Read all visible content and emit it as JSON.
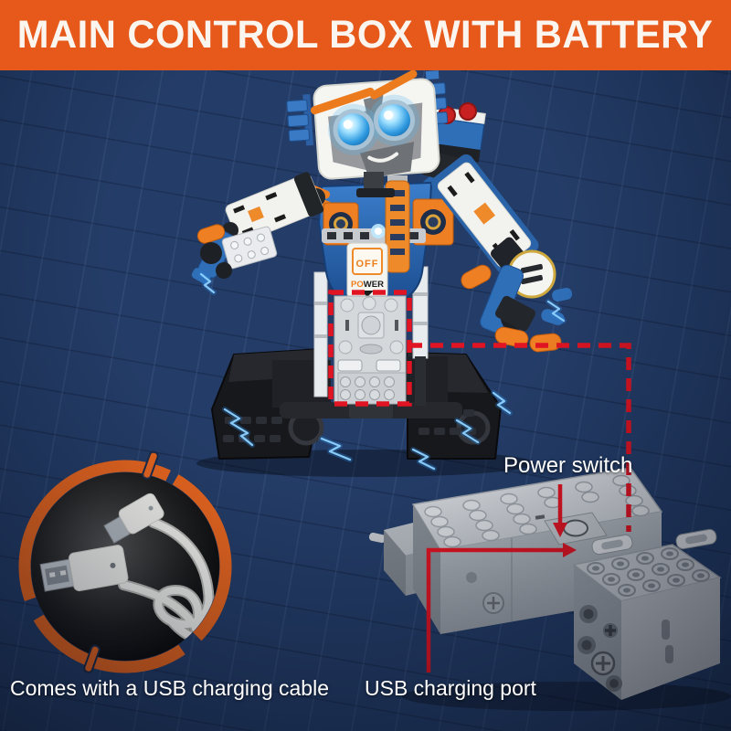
{
  "banner": {
    "title": "MAIN CONTROL BOX WITH BATTERY",
    "bg_color": "#e7581b",
    "text_color": "#faf5ee"
  },
  "scene": {
    "background_color": "#243d68",
    "grid_line_color": "rgba(160,190,235,0.09)"
  },
  "callouts": {
    "accent_color": "#e01422",
    "power_switch": {
      "label": "Power switch"
    },
    "usb_port": {
      "label": "USB charging port"
    },
    "usb_cable": {
      "caption": "Comes with a USB charging cable",
      "ring_color": "#e8661f"
    }
  },
  "robot": {
    "chest_display": "OFF",
    "chest_label_left": "PO",
    "chest_label_right": "WER",
    "colors": {
      "body_blue": "#2f6fb8",
      "accent_orange": "#ee7f22",
      "panel_white": "#f3f3f0",
      "control_box_gray": "#d5d8db",
      "tread_black": "#17181c",
      "eye_glow_blue": "#57b8f0"
    }
  },
  "battery_box": {
    "body_color": "#c9ced3"
  }
}
